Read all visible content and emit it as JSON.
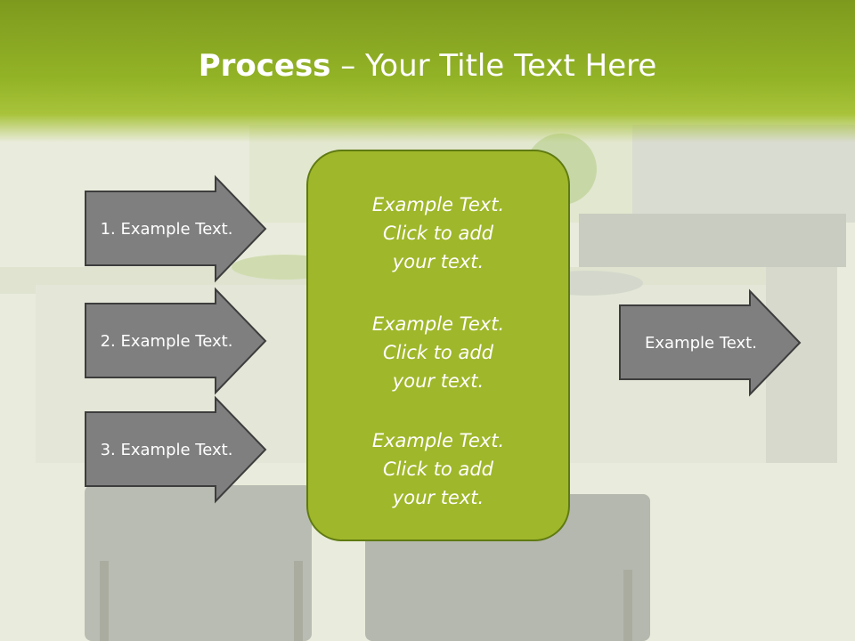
{
  "title": {
    "bold": "Process",
    "rest": " – Your Title Text Here"
  },
  "left_arrows": [
    {
      "label": "1. Example Text."
    },
    {
      "label": "2. Example Text."
    },
    {
      "label": "3. Example Text."
    }
  ],
  "center_blocks": [
    {
      "line1": "Example Text.",
      "line2": "Click  to add",
      "line3": "your text."
    },
    {
      "line1": "Example Text.",
      "line2": "Click  to add",
      "line3": "your text."
    },
    {
      "line1": "Example Text.",
      "line2": "Click  to add",
      "line3": "your text."
    }
  ],
  "right_arrow": {
    "label": "Example Text."
  },
  "colors": {
    "title_green": "#8aa823",
    "box_green": "#9fb72a",
    "arrow_gray": "#7f7f7f"
  }
}
